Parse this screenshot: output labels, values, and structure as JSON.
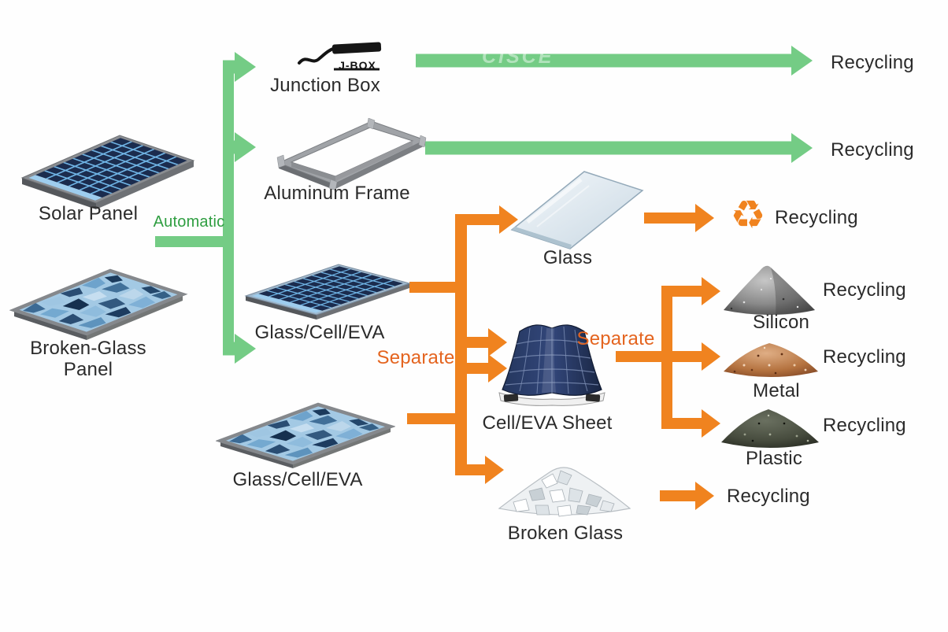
{
  "diagram": {
    "watermark": "CISCE",
    "colors": {
      "green": "#74cc85",
      "green_text": "#2f9e41",
      "orange": "#f0831f",
      "orange_text": "#e4641f",
      "label": "#2b2b2b"
    },
    "nodes": {
      "solar_panel": "Solar Panel",
      "broken_glass_panel_line1": "Broken-Glass",
      "broken_glass_panel_line2": "Panel",
      "junction_box": "Junction Box",
      "jbox_tag": "J-BOX",
      "aluminum_frame": "Aluminum Frame",
      "glass_cell_eva_top": "Glass/Cell/EVA",
      "glass_cell_eva_bottom": "Glass/Cell/EVA",
      "glass": "Glass",
      "cell_eva_sheet": "Cell/EVA Sheet",
      "broken_glass": "Broken Glass",
      "silicon": "Silicon",
      "metal": "Metal",
      "plastic": "Plastic"
    },
    "process": {
      "automatic": "Automatic",
      "separate_1": "Separate",
      "separate_2": "Separate"
    },
    "recycling_label": "Recycling",
    "recycle_icon": "♻"
  }
}
